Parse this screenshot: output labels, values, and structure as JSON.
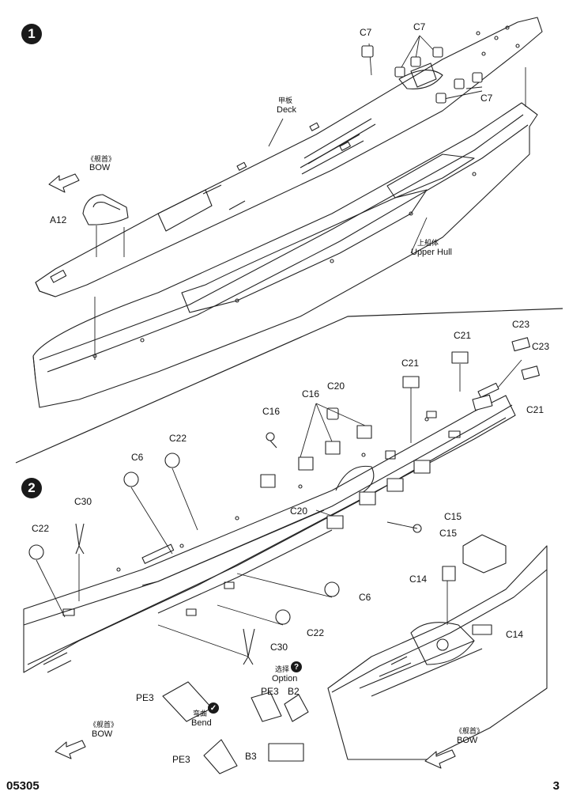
{
  "footer": {
    "code": "05305",
    "page": "3"
  },
  "steps": [
    {
      "number": "1"
    },
    {
      "number": "2"
    }
  ],
  "step1": {
    "deck_cn": "甲板",
    "deck_en": "Deck",
    "bow_cn": "《舰首》",
    "bow_en": "BOW",
    "upper_hull_cn": "上船体",
    "upper_hull_en": "Upper Hull",
    "parts": {
      "a12": "A12",
      "c7_top": "C7",
      "c7_group": "C7",
      "c7_right": "C7"
    }
  },
  "step2": {
    "bow_left_cn": "《舰首》",
    "bow_left_en": "BOW",
    "bow_right_cn": "《舰首》",
    "bow_right_en": "BOW",
    "option_cn": "选择",
    "option_en": "Option",
    "bend_cn": "弯曲",
    "bend_en": "Bend",
    "parts": {
      "c23_a": "C23",
      "c23_b": "C23",
      "c21_a": "C21",
      "c21_b": "C21",
      "c21_c": "C21",
      "c20_a": "C20",
      "c20_b": "C20",
      "c16_a": "C16",
      "c16_b": "C16",
      "c22_a": "C22",
      "c22_b": "C22",
      "c22_c": "C22",
      "c6_a": "C6",
      "c6_b": "C6",
      "c30_a": "C30",
      "c30_b": "C30",
      "c15_a": "C15",
      "c15_b": "C15",
      "c14_a": "C14",
      "c14_b": "C14",
      "pe3_a": "PE3",
      "pe3_b": "PE3",
      "pe3_c": "PE3",
      "b2": "B2",
      "b3": "B3"
    }
  },
  "icons": {
    "question": "question-icon",
    "check": "check-icon",
    "arrow": "bow-direction-arrow-icon"
  }
}
